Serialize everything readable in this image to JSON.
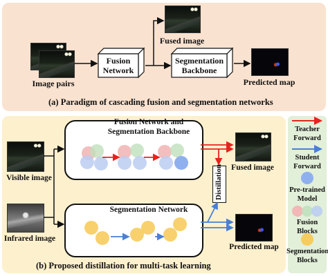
{
  "panel_a": {
    "caption": "(a) Paradigm of cascading fusion and segmentation networks",
    "image_pairs": "Image pairs",
    "fusion_network": [
      "Fusion",
      "Network"
    ],
    "segmentation_backbone": [
      "Segmentation",
      "Backbone"
    ],
    "fused_image": "Fused image",
    "predicted_map": "Predicted map"
  },
  "panel_b": {
    "caption": "(b) Proposed distillation for multi-task learning",
    "visible_image": "Visible image",
    "infrared_image": "Infrared image",
    "teacher_title": [
      "Fusion Network and",
      "Segmentation Backbone"
    ],
    "student_title": "Segmentation Network",
    "distillation": "Distillation",
    "fused_image": "Fused image",
    "predicted_map": "Predicted map"
  },
  "legend": {
    "teacher_forward": [
      "Teacher",
      "Forward"
    ],
    "student_forward": [
      "Student",
      "Forward"
    ],
    "pretrained_model": [
      "Pre-trained",
      "Model"
    ],
    "fusion_blocks": [
      "Fusion",
      "Blocks"
    ],
    "segmentation_blocks": [
      "Segmentation",
      "Blocks"
    ]
  },
  "colors": {
    "teacher_arrow": "#e8231f",
    "student_arrow": "#4a7fd6",
    "pretrained": "#8fb0ef",
    "fusion_red": "#f2b7b7",
    "fusion_green": "#bfe0bc",
    "fusion_blue": "#bccdf1",
    "segmentation": "#f7cc5e"
  }
}
